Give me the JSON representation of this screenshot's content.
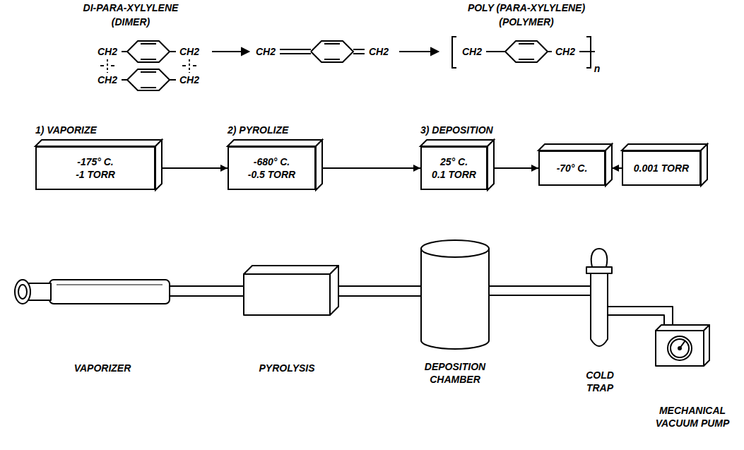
{
  "diagram": {
    "nodes": [
      {
        "text": [
          "1) VAPORIZE",
          "-175° C.",
          "-1 TORR"
        ]
      },
      {
        "text": [
          "2) PYROLIZE",
          "-680° C.",
          "-0.5 TORR"
        ]
      },
      {
        "text": [
          "3) DEPOSITION",
          "25° C.",
          "0.1 TORR"
        ]
      },
      {
        "text": [
          "-70° C."
        ]
      },
      {
        "text": [
          "0.001 TORR"
        ]
      }
    ],
    "edges": [
      {
        "from": 0,
        "to": 1,
        "arrow": "to"
      },
      {
        "from": 1,
        "to": 2,
        "arrow": "to"
      },
      {
        "from": 2,
        "to": 3,
        "arrow": "to"
      },
      {
        "from": 4,
        "to": 3,
        "arrow": "to"
      }
    ],
    "labels": [
      "DI-PARA-XYLYLENE",
      "(DIMER)",
      "CH2",
      "CH2",
      "CH2",
      "CH2",
      "CH2",
      "CH2",
      "CH2",
      "CH2",
      "n",
      "POLY (PARA-XYLYLENE)",
      "(POLYMER)",
      "VAPORIZER",
      "PYROLYSIS",
      "DEPOSITION CHAMBER",
      "COLD TRAP",
      "MECHANICAL VACUUM PUMP"
    ]
  }
}
